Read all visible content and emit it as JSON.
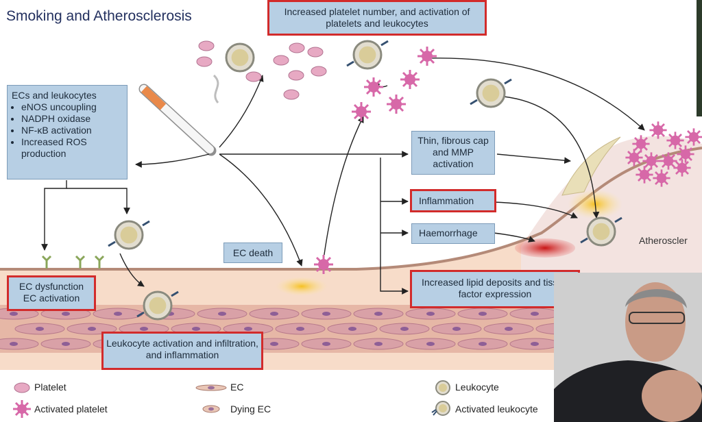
{
  "title": "Smoking and Atherosclerosis",
  "boxes": {
    "platelet_top": "Increased platelet number, and activation of platelets and leukocytes",
    "ecs_heading": "ECs and leukocytes",
    "ecs_items": [
      "eNOS uncoupling",
      "NADPH oxidase",
      "NF-κB activation",
      "Increased ROS production"
    ],
    "fibrous_cap": "Thin, fibrous cap and MMP activation",
    "inflammation": "Inflammation",
    "haemorrhage": "Haemorrhage",
    "ec_death": "EC death",
    "ec_dysfunction_1": "EC dysfunction",
    "ec_dysfunction_2": "EC activation",
    "lipid": "Increased lipid deposits and tissue factor expression",
    "leukocyte_activation": "Leukocyte activation and infiltration, and inflammation",
    "atherosclerosis_label": "Atheroscler"
  },
  "legend": {
    "platelet": "Platelet",
    "activated_platelet": "Activated platelet",
    "ec": "EC",
    "dying_ec": "Dying EC",
    "leukocyte": "Leukocyte",
    "activated_leukocyte": "Activated leukocyte"
  },
  "colors": {
    "box_fill": "#b7cfe4",
    "highlight_border": "#d22b2b",
    "platelet": "#e7a9c3",
    "activated_platelet": "#d768a8",
    "tissue": "#f5d6c2",
    "plaque": "#f1dfdc"
  }
}
